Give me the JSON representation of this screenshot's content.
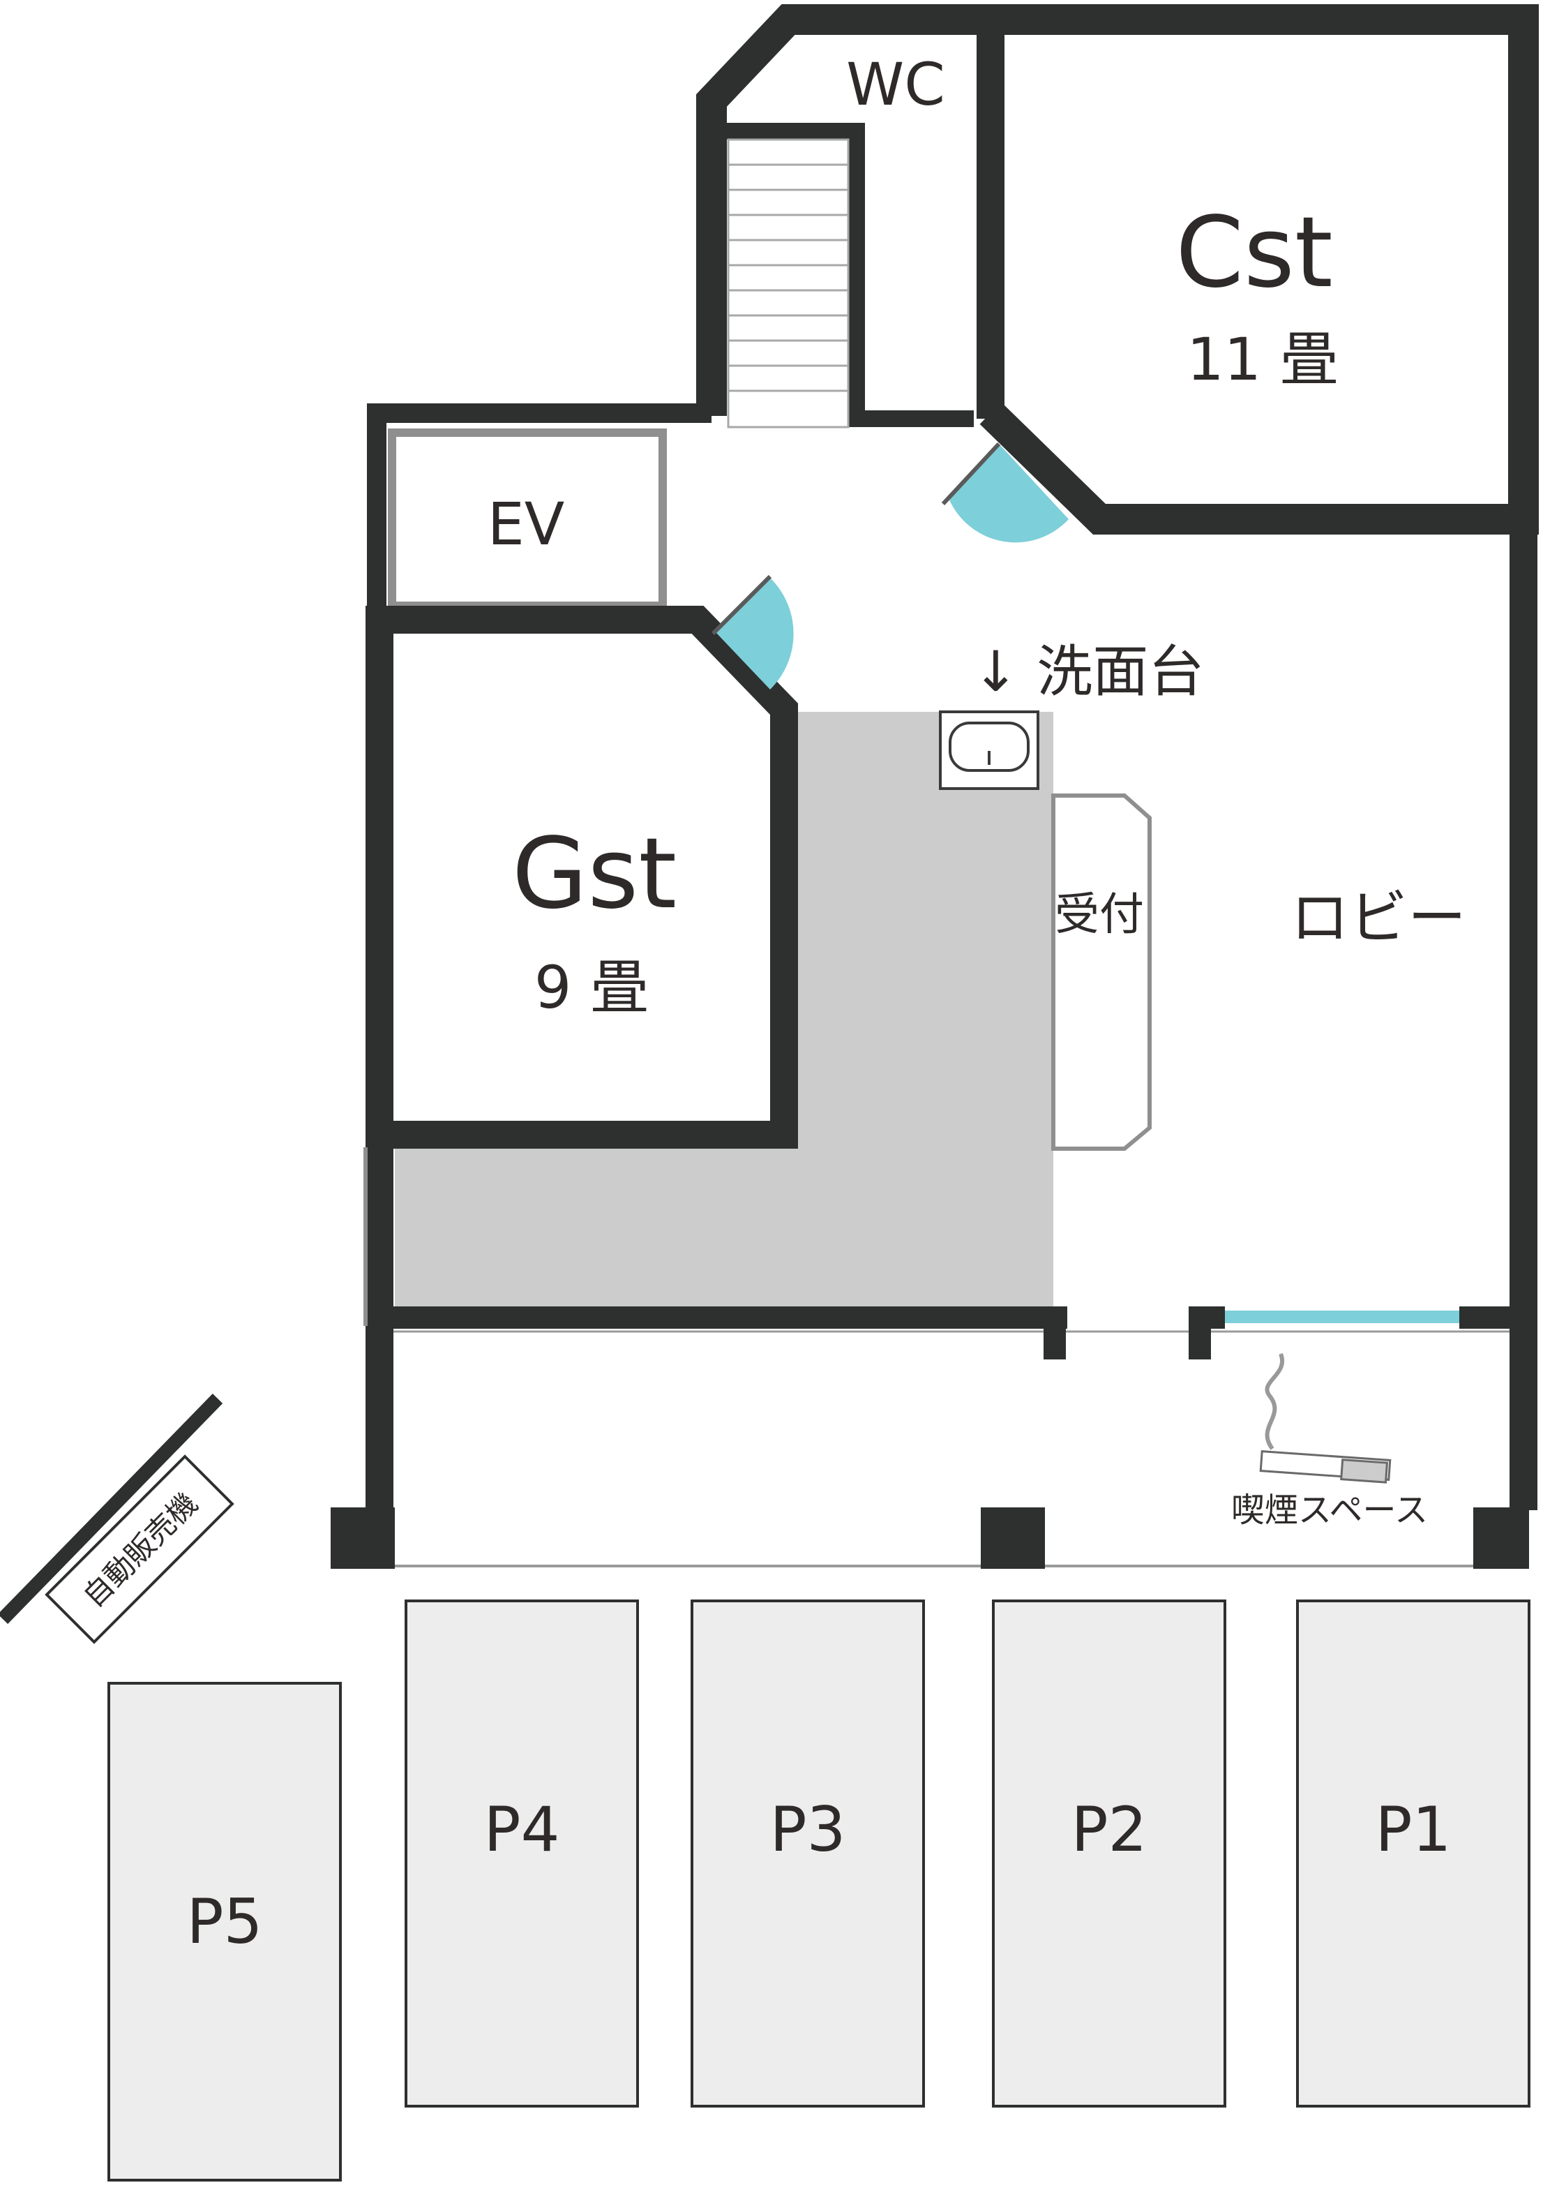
{
  "floor_plan": {
    "rooms": {
      "wc": "WC",
      "cst_name": "Cst",
      "cst_size": "11 畳",
      "ev": "EV",
      "gst_name": "Gst",
      "gst_size": "9 畳",
      "lobby": "ロビー",
      "reception": "受付",
      "washbasin": "↓ 洗面台",
      "smoking": "喫煙スペース",
      "vending": "自動販売機"
    },
    "parking": [
      "P5",
      "P4",
      "P3",
      "P2",
      "P1"
    ]
  },
  "colors": {
    "wall": "#2e2f2f",
    "thin_wall": "#8f8f8f",
    "door": "#7dcfd9",
    "window": "#7dcfd9",
    "back_area": "#cccccc",
    "parking_fill": "#eeeded"
  }
}
